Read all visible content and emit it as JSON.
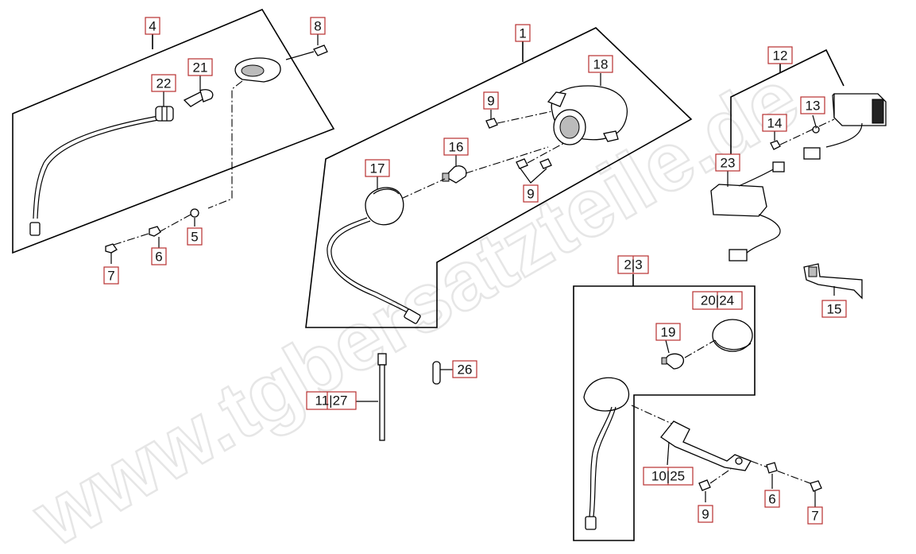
{
  "watermark": "www.tgbersatzteile.de",
  "colors": {
    "label_border": "#b83030",
    "lines": "#000000",
    "watermark": "#e6e6e6"
  },
  "labels": {
    "l1": "1",
    "l23": "2|3",
    "l4": "4",
    "l5": "5",
    "l6a": "6",
    "l6b": "6",
    "l7a": "7",
    "l7b": "7",
    "l8": "8",
    "l9a": "9",
    "l9b": "9",
    "l9c": "9",
    "l1027": "10|25",
    "l1127": "11|27",
    "l12": "12",
    "l13": "13",
    "l14": "14",
    "l15": "15",
    "l16": "16",
    "l17": "17",
    "l18": "18",
    "l19": "19",
    "l2024": "20|24",
    "l21": "21",
    "l22": "22",
    "l23b": "23",
    "l26": "26"
  }
}
